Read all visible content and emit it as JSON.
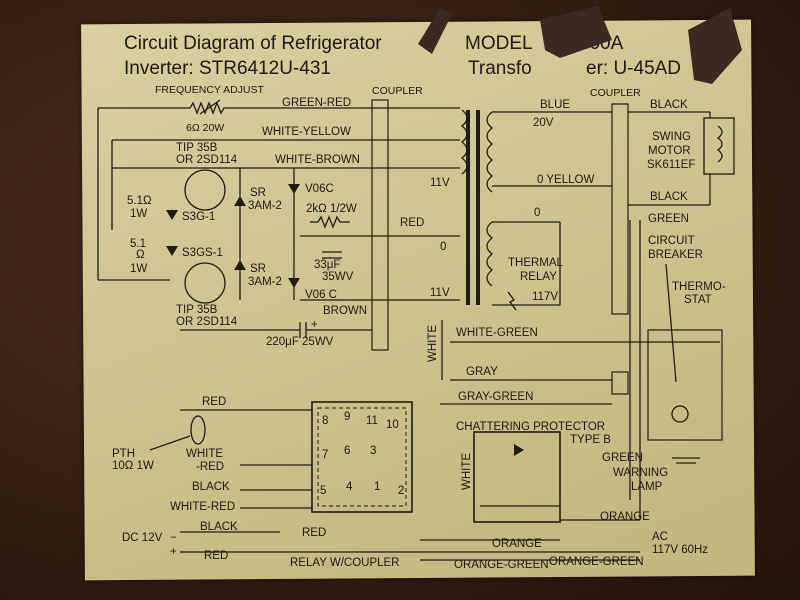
{
  "title": {
    "line1_left": "Circuit Diagram of Refrigerator",
    "line1_right": "MODEL",
    "line1_model": "2-400A",
    "line2_left": "Inverter: STR6412U-431",
    "line2_right": "Transfo",
    "line2_model": "er: U-45AD"
  },
  "labels": {
    "frequency_adjust": "FREQUENCY ADJUST",
    "resistor_6ohm": "6Ω 20W",
    "coupler_left": "COUPLER",
    "coupler_right": "COUPLER",
    "tip35b_top": "TIP 35B",
    "or_2sd114_top": "OR 2SD114",
    "tip35b_bottom": "TIP 35B",
    "or_2sd114_bottom": "OR 2SD114",
    "r_5_1_top": "5.1Ω",
    "r_1w_top": "1W",
    "r_5_1_bottom_a": "5.1",
    "r_5_1_bottom_b": "Ω",
    "r_1w_bottom": "1W",
    "s3g1": "S3G-1",
    "s3gs1": "S3GS-1",
    "sr_top_a": "SR",
    "sr_top_b": "3AM-2",
    "sr_bottom_a": "SR",
    "sr_bottom_b": "3AM-2",
    "v06c_top": "V06C",
    "v06c_bottom": "V06 C",
    "r_2k": "2kΩ 1/2W",
    "c_33uf_a": "33μF",
    "c_33uf_b": "35WV",
    "c_220uf": "220μF  25WV",
    "plus": "+",
    "v11_top": "11V",
    "zero_mid": "0",
    "v11_bottom": "11V",
    "v20": "20V",
    "zero_yellow": "0 YELLOW",
    "zero_thermal": "0",
    "v117": "117V",
    "thermal_relay_a": "THERMAL",
    "thermal_relay_b": "RELAY",
    "swing_motor_a": "SWING",
    "swing_motor_b": "MOTOR",
    "swing_motor_c": "SK611EF",
    "circuit_breaker_a": "CIRCUIT",
    "circuit_breaker_b": "BREAKER",
    "thermostat_a": "THERMO-",
    "thermostat_b": "STAT",
    "pth_a": "PTH",
    "pth_b": "10Ω 1W",
    "chattering_a": "CHATTERING PROTECTOR",
    "chattering_b": "TYPE B",
    "warning_lamp_a": "WARNING",
    "warning_lamp_b": "LAMP",
    "dc12v": "DC 12V",
    "dc_minus": "−",
    "dc_plus": "+",
    "relay_coupler": "RELAY W/COUPLER",
    "ac_a": "AC",
    "ac_b": "117V 60Hz",
    "pin8": "8",
    "pin9": "9",
    "pin11": "11",
    "pin10": "10",
    "pin7": "7",
    "pin6": "6",
    "pin3": "3",
    "pin5": "5",
    "pin4": "4",
    "pin1": "1",
    "pin2": "2"
  },
  "wires": {
    "green_red": "GREEN-RED",
    "white_yellow": "WHITE-YELLOW",
    "white_brown": "WHITE-BROWN",
    "red_mid": "RED",
    "brown": "BROWN",
    "blue": "BLUE",
    "black_top": "BLACK",
    "black_mid": "BLACK",
    "green_right": "GREEN",
    "white_vertical": "WHITE",
    "white_green": "WHITE-GREEN",
    "gray": "GRAY",
    "gray_green": "GRAY-GREEN",
    "red_left": "RED",
    "white_red_a": "WHITE",
    "white_red_b": "-RED",
    "black_left": "BLACK",
    "white_red_bottom": "WHITE-RED",
    "black_bottom": "BLACK",
    "red_bottom": "RED",
    "red_relay": "RED",
    "white_chatter": "WHITE",
    "green_bottom": "GREEN",
    "orange_right": "ORANGE",
    "orange_bottom": "ORANGE",
    "orange_green_a": "ORANGE-GREEN",
    "orange_green_b": "ORANGE-GREEN"
  }
}
